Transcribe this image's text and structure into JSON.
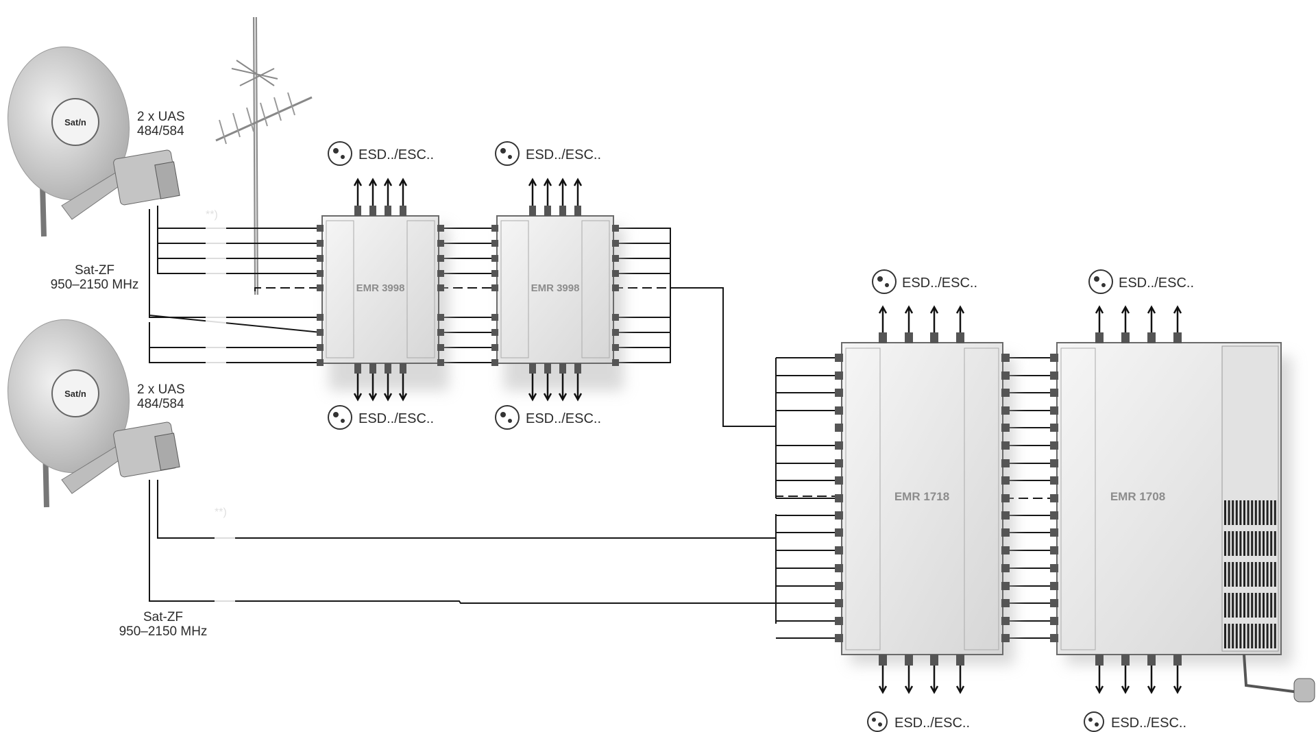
{
  "colors": {
    "line": "#151515",
    "module": "#e9e9e9",
    "module_edge": "#6a6a6a",
    "dish": "#cfcfcf"
  },
  "dishes": [
    {
      "uas_line1": "2 x UAS",
      "uas_line2": "484/584",
      "brand": "Sat/n",
      "note": "**)"
    },
    {
      "uas_line1": "2 x UAS",
      "uas_line2": "484/584",
      "brand": "Sat/n",
      "note": "**)"
    }
  ],
  "satzf": [
    {
      "line1": "Sat-ZF",
      "line2": "950–2150 MHz"
    },
    {
      "line1": "Sat-ZF",
      "line2": "950–2150 MHz"
    }
  ],
  "modules": [
    {
      "name": "EMR 3998"
    },
    {
      "name": "EMR 3998"
    },
    {
      "name": "EMR 1718"
    },
    {
      "name": "EMR 1708"
    }
  ],
  "outputs": [
    {
      "label": "ESD../ESC.."
    },
    {
      "label": "ESD../ESC.."
    },
    {
      "label": "ESD../ESC.."
    },
    {
      "label": "ESD../ESC.."
    },
    {
      "label": "ESD../ESC.."
    },
    {
      "label": "ESD../ESC.."
    },
    {
      "label": "ESD../ESC.."
    },
    {
      "label": "ESD../ESC.."
    }
  ]
}
